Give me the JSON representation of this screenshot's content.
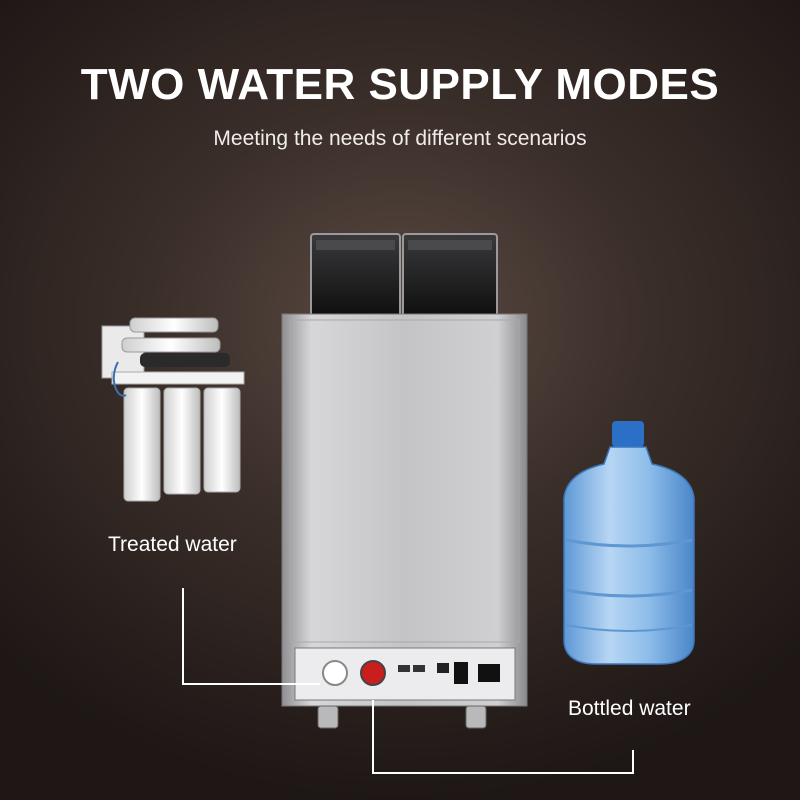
{
  "header": {
    "title": "TWO WATER SUPPLY MODES",
    "subtitle": "Meeting the needs of different scenarios"
  },
  "labels": {
    "treated_water": "Treated water",
    "bottled_water": "Bottled water"
  },
  "colors": {
    "background": "#3a2e29",
    "text": "#ffffff",
    "steel": "#c8c8ca",
    "bottle_blue": "#7fb3e6",
    "cap_blue": "#2b6fc6",
    "valve_red": "#c81e1e"
  }
}
